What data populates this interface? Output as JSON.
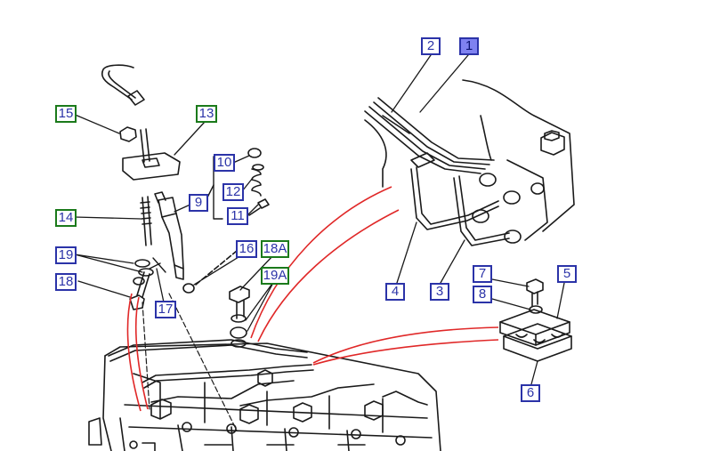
{
  "colors": {
    "label_blue": "#2b33a8",
    "label_green_border": "#1b7a1b",
    "label_selected_fill": "#7f82f0",
    "linework": "#1a1a1a",
    "highlight_pipes": "#e02828"
  },
  "callouts": [
    {
      "id": "1",
      "text": "1",
      "style": "filled"
    },
    {
      "id": "2",
      "text": "2",
      "style": "blue"
    },
    {
      "id": "3",
      "text": "3",
      "style": "blue"
    },
    {
      "id": "4",
      "text": "4",
      "style": "blue"
    },
    {
      "id": "5",
      "text": "5",
      "style": "blue"
    },
    {
      "id": "6",
      "text": "6",
      "style": "blue"
    },
    {
      "id": "7",
      "text": "7",
      "style": "blue"
    },
    {
      "id": "8",
      "text": "8",
      "style": "blue"
    },
    {
      "id": "9",
      "text": "9",
      "style": "blue"
    },
    {
      "id": "10",
      "text": "10",
      "style": "blue"
    },
    {
      "id": "11",
      "text": "11",
      "style": "blue"
    },
    {
      "id": "12",
      "text": "12",
      "style": "blue"
    },
    {
      "id": "13",
      "text": "13",
      "style": "green"
    },
    {
      "id": "14",
      "text": "14",
      "style": "green"
    },
    {
      "id": "15",
      "text": "15",
      "style": "green"
    },
    {
      "id": "16",
      "text": "16",
      "style": "blue"
    },
    {
      "id": "17",
      "text": "17",
      "style": "blue"
    },
    {
      "id": "18",
      "text": "18",
      "style": "blue"
    },
    {
      "id": "18A",
      "text": "18A",
      "style": "green"
    },
    {
      "id": "19",
      "text": "19",
      "style": "blue"
    },
    {
      "id": "19A",
      "text": "19A",
      "style": "green"
    }
  ]
}
